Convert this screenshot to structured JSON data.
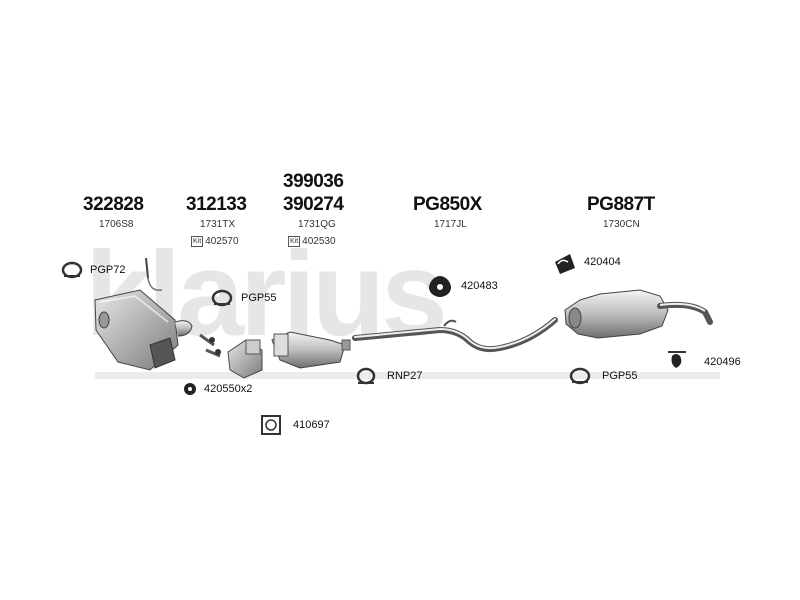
{
  "watermark": "klarius",
  "columns": [
    {
      "part": "322828",
      "oe": "1706S8"
    },
    {
      "part": "312133",
      "oe": "1731TX",
      "kit": "402570",
      "kit_badge": "Kit"
    },
    {
      "part": "399036",
      "part2": "390274",
      "oe": "1731QG",
      "kit": "402530",
      "kit_badge": "Kit"
    },
    {
      "part": "PG850X",
      "oe": "1717JL"
    },
    {
      "part": "PG887T",
      "oe": "1730CN"
    }
  ],
  "labels": {
    "pgp72": "PGP72",
    "pgp55_a": "PGP55",
    "l420483": "420483",
    "l420404": "420404",
    "l420496": "420496",
    "pgp55_b": "PGP55",
    "rnp27": "RNP27",
    "l420550": "420550x2",
    "l410697": "410697"
  }
}
